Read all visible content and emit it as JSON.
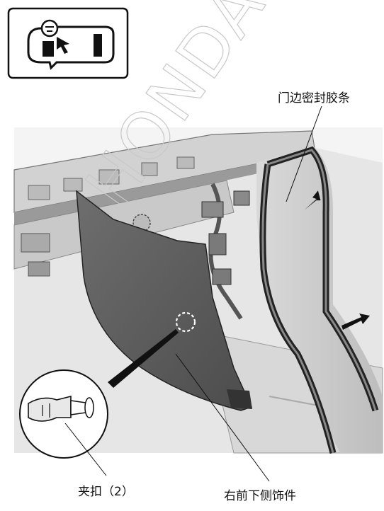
{
  "labels": {
    "door_seal": "门边密封胶条",
    "clip": "夹扣（2）",
    "trim": "右前下侧饰件"
  },
  "watermark": "HONDA",
  "icons": {
    "removal_icon": "hand-pull-icon"
  }
}
